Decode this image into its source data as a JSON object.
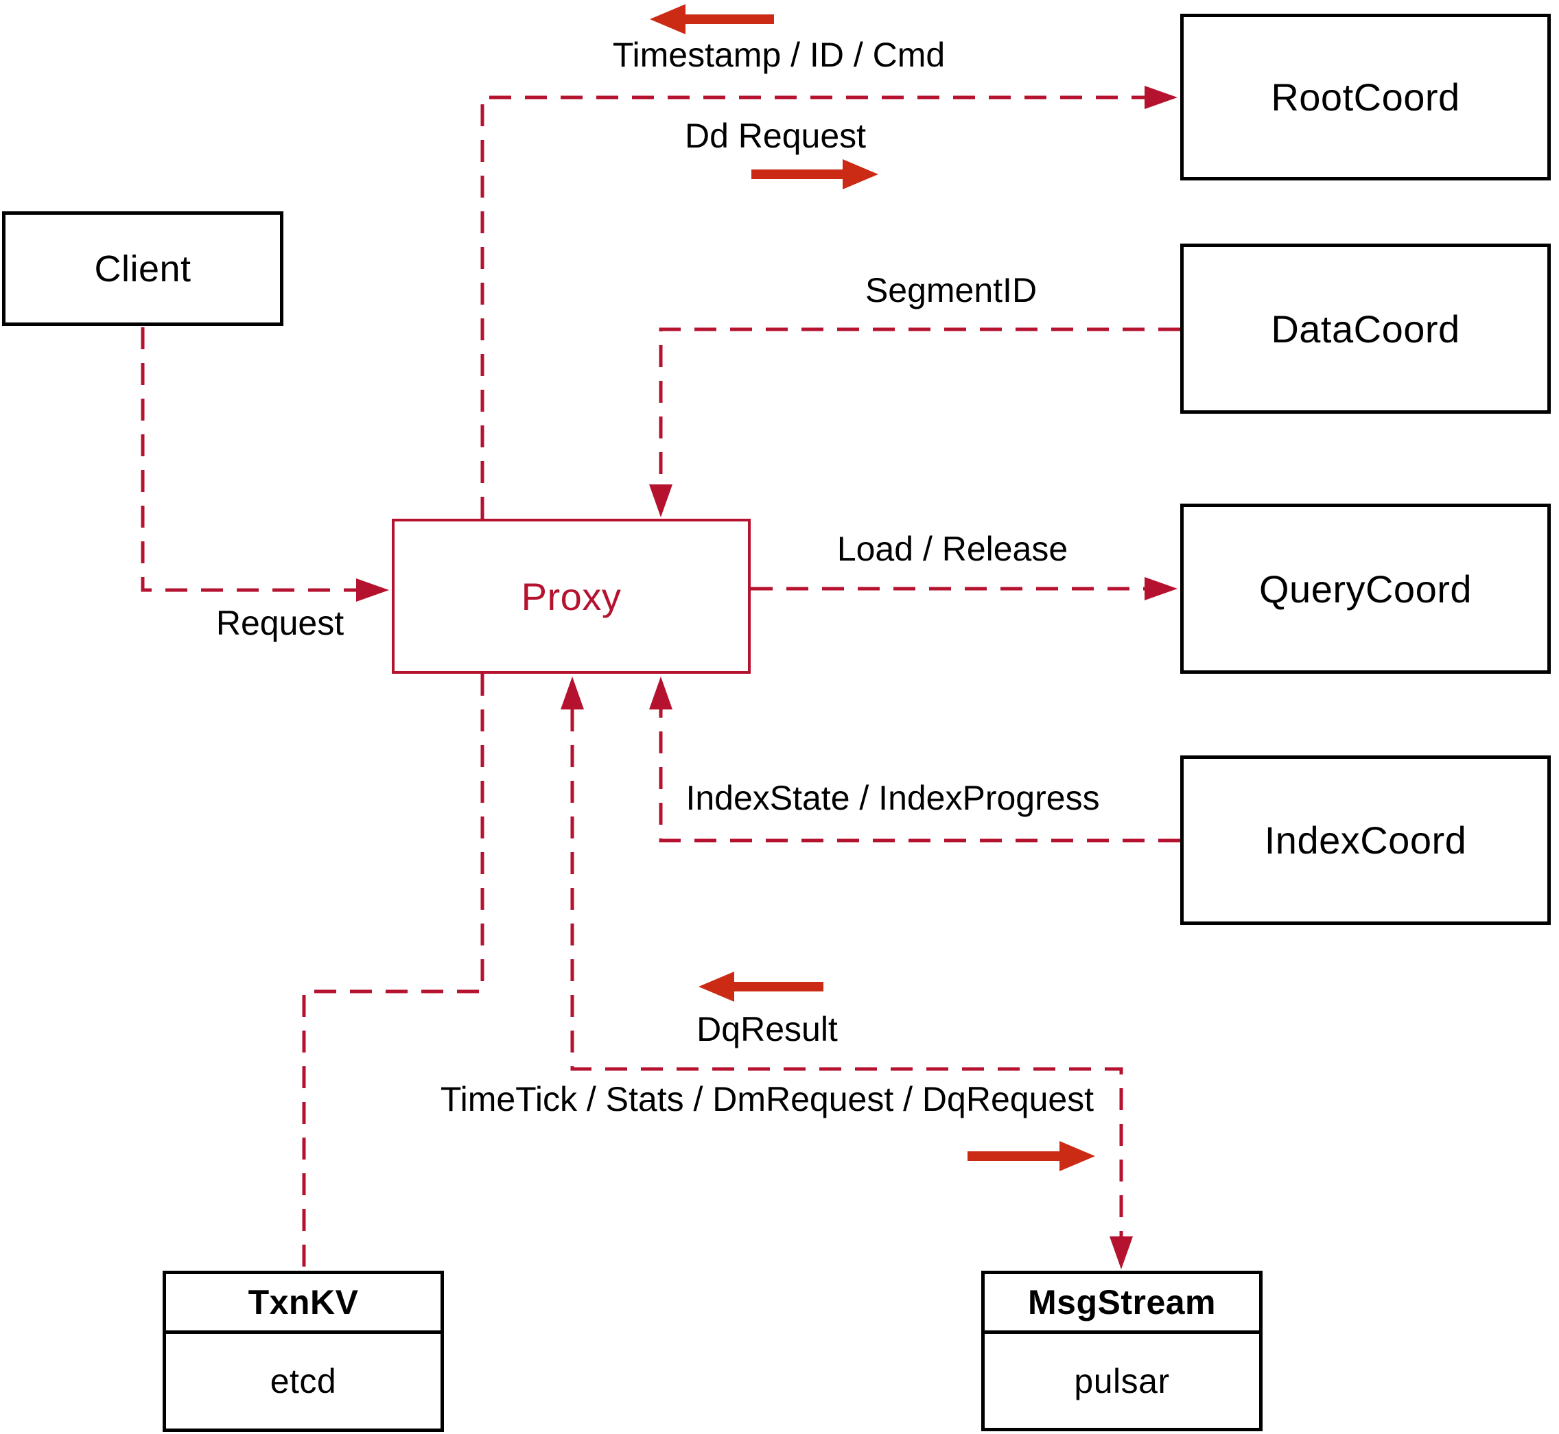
{
  "colors": {
    "line": "#b5122f",
    "arrow": "#cb2a14",
    "box_border": "#000000",
    "text": "#000000"
  },
  "nodes": {
    "client": {
      "label": "Client"
    },
    "proxy": {
      "label": "Proxy"
    },
    "root_coord": {
      "label": "RootCoord"
    },
    "data_coord": {
      "label": "DataCoord"
    },
    "query_coord": {
      "label": "QueryCoord"
    },
    "index_coord": {
      "label": "IndexCoord"
    },
    "txn_kv": {
      "title": "TxnKV",
      "impl": "etcd"
    },
    "msg_stream": {
      "title": "MsgStream",
      "impl": "pulsar"
    }
  },
  "edge_labels": {
    "timestamp": "Timestamp / ID / Cmd",
    "dd_request": "Dd Request",
    "segment_id": "SegmentID",
    "request": "Request",
    "load_release": "Load / Release",
    "index_state": "IndexState / IndexProgress",
    "dq_result": "DqResult",
    "time_tick": "TimeTick / Stats / DmRequest / DqRequest"
  }
}
